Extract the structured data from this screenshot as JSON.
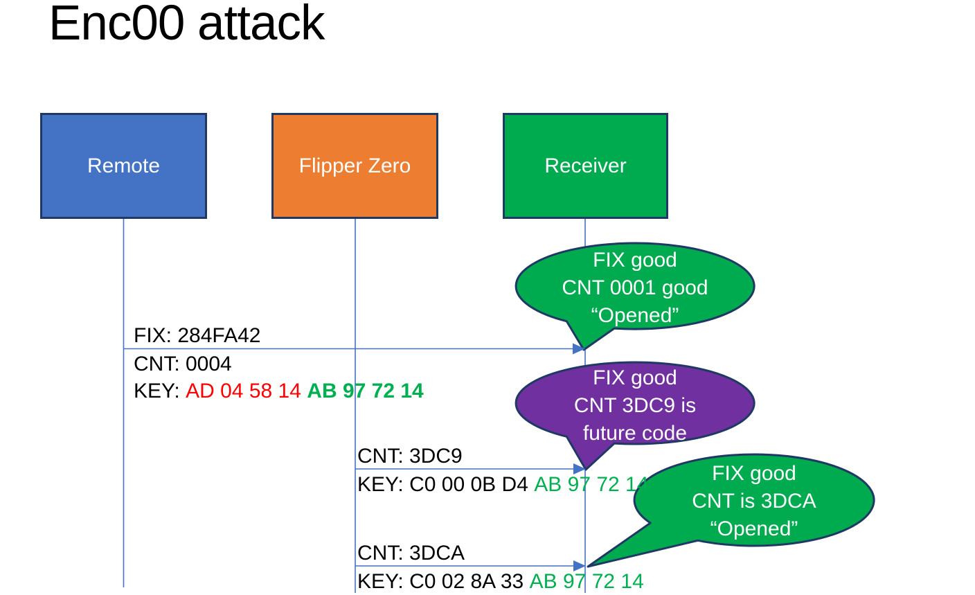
{
  "title": "Enc00 attack",
  "actors": [
    {
      "label": "Remote",
      "color": "#4472C4"
    },
    {
      "label": "Flipper Zero",
      "color": "#ED7D31"
    },
    {
      "label": "Receiver",
      "color": "#00AB50"
    }
  ],
  "messages": [
    {
      "from": "Remote",
      "to": "Receiver",
      "fix": "FIX: 284FA42",
      "cnt": "CNT: 0004",
      "key_label": "KEY:",
      "key_red": "AD 04 58 14",
      "key_green": "AB 97 72 14"
    },
    {
      "from": "Flipper Zero",
      "to": "Receiver",
      "cnt": "CNT: 3DC9",
      "key_label": "KEY:",
      "key_black": "C0 00 0B D4",
      "key_green": "AB 97 72 14"
    },
    {
      "from": "Flipper Zero",
      "to": "Receiver",
      "cnt": "CNT: 3DCA",
      "key_label": "KEY:",
      "key_black": "C0 02 8A 33",
      "key_green": "AB 97 72 14"
    }
  ],
  "callouts": [
    {
      "lines": [
        "FIX good",
        "CNT 0001 good",
        "“Opened”"
      ],
      "color": "#00AB50"
    },
    {
      "lines": [
        "FIX good",
        "CNT 3DC9 is",
        "future code"
      ],
      "color": "#7030A0"
    },
    {
      "lines": [
        "FIX good",
        "CNT is 3DCA",
        "“Opened”"
      ],
      "color": "#00AB50"
    }
  ],
  "colors": {
    "remote_blue": "#4472C4",
    "flipper_orange": "#ED7D31",
    "receiver_green": "#00AB50",
    "callout_purple": "#7030A0",
    "outline_navy": "#1F3864",
    "connector_blue": "#4472C4",
    "key_changing_red": "#FF0000",
    "key_fixed_green": "#00B050",
    "text_black": "#000000"
  }
}
